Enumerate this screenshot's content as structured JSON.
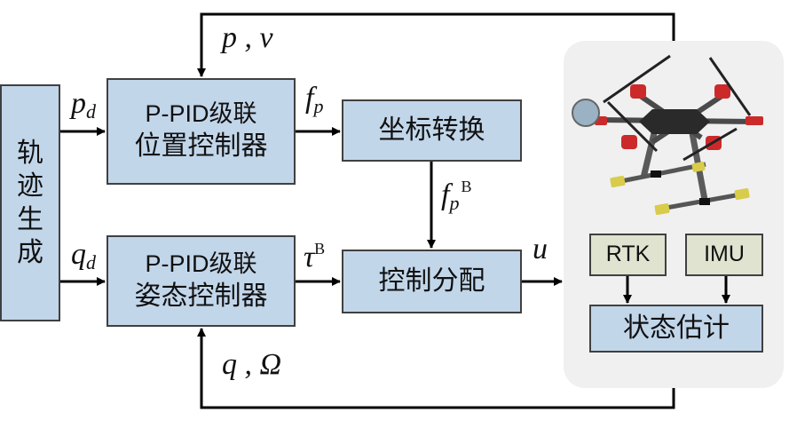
{
  "blocks": {
    "trajectory": {
      "label": [
        "轨",
        "迹",
        "生",
        "成"
      ]
    },
    "position_controller": {
      "line1": "P-PID级联",
      "line2": "位置控制器"
    },
    "attitude_controller": {
      "line1": "P-PID级联",
      "line2": "姿态控制器"
    },
    "coordinate_transform": {
      "label": "坐标转换"
    },
    "control_allocation": {
      "label": "控制分配"
    },
    "rtk": {
      "label": "RTK"
    },
    "imu": {
      "label": "IMU"
    },
    "state_estimation": {
      "label": "状态估计"
    }
  },
  "signals": {
    "pd": {
      "base": "p",
      "sub": "d"
    },
    "qd": {
      "base": "q",
      "sub": "d"
    },
    "fp": {
      "base": "f",
      "sub": "p"
    },
    "fpB": {
      "base": "f",
      "sub": "p",
      "sup": "B"
    },
    "tauB": {
      "base": "τ",
      "sup": "B"
    },
    "u": {
      "base": "u"
    },
    "pos_feedback": "p , v",
    "att_feedback": "q , Ω"
  },
  "image": {
    "subject": "hexacopter-drone"
  },
  "colors": {
    "block_fill": "#c2d6ea",
    "sensor_fill": "#dfe3cf",
    "panel_fill": "#f0f0f0",
    "stroke": "#404040"
  }
}
